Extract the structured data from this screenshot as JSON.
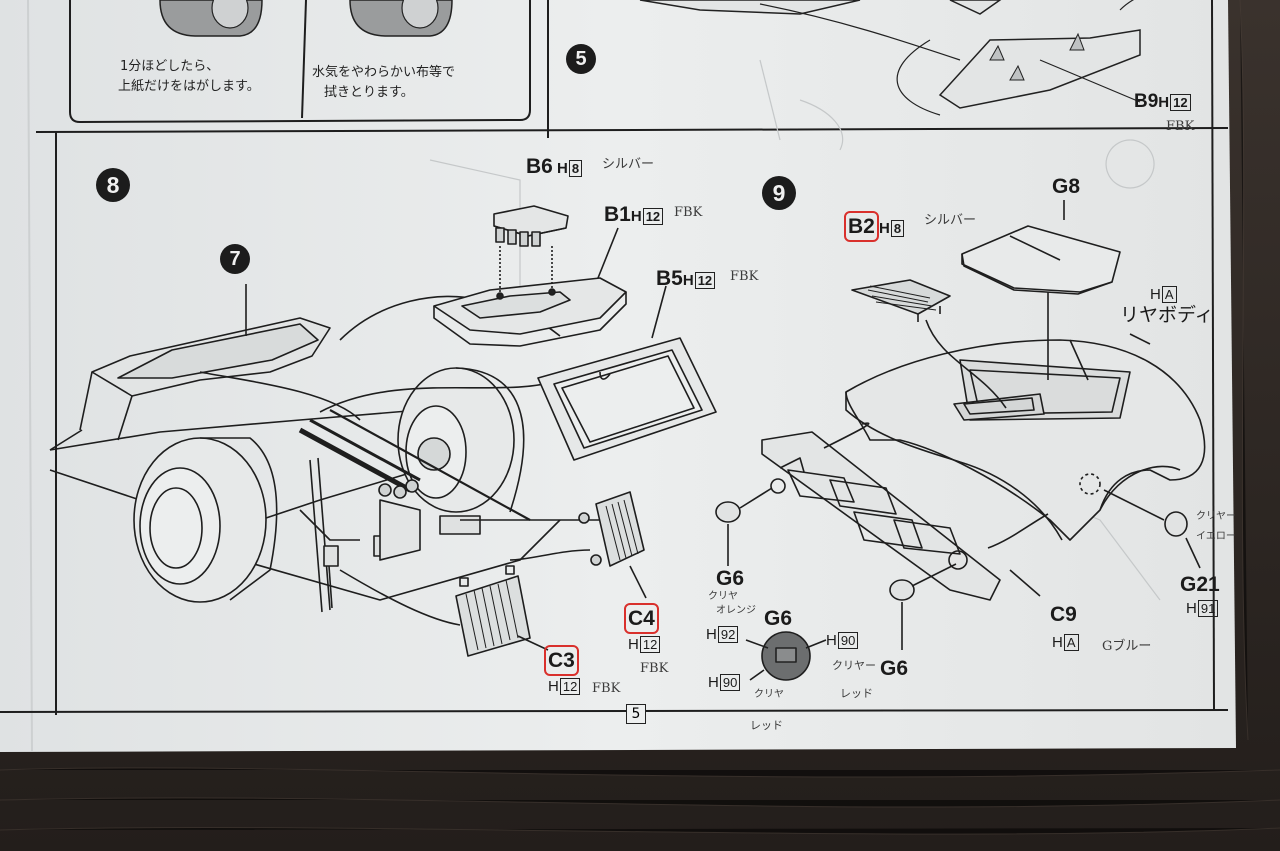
{
  "top_captions": {
    "left": [
      "1分ほどしたら、",
      "上紙だけをはがします。"
    ],
    "right": [
      "水気をやわらかい布等で",
      "拭きとります。"
    ]
  },
  "top_step_number": "5",
  "top_right": {
    "part": "B9",
    "paint": "H",
    "paint_code": "12",
    "handwritten": "FBK"
  },
  "step8": {
    "number": "8",
    "sub_step": "7",
    "parts": {
      "B6": {
        "part": "B6",
        "paint": "H",
        "code": "8",
        "note": "シルバー"
      },
      "B1": {
        "part": "B1",
        "paint": "H",
        "code": "12",
        "note": "FBK"
      },
      "B5": {
        "part": "B5",
        "paint": "H",
        "code": "12",
        "note": "FBK"
      },
      "C4": {
        "part": "C4",
        "paint": "H",
        "code": "12",
        "note": "FBK"
      },
      "C3": {
        "part": "C3",
        "paint": "H",
        "code": "12",
        "note": "FBK"
      }
    }
  },
  "step9": {
    "number": "9",
    "parts": {
      "B2": {
        "part": "B2",
        "paint": "H",
        "code": "8",
        "note": "シルバー"
      },
      "G8": {
        "part": "G8"
      },
      "body": {
        "paint": "H",
        "code": "A",
        "name": "リヤボディ"
      },
      "G6a": {
        "part": "G6"
      },
      "G6b": {
        "part": "G6",
        "note": [
          "クリヤ",
          "オレンジ"
        ],
        "paint": "H",
        "code": "92",
        "paint2": "H",
        "code2": "90",
        "note2": [
          "クリヤ",
          "レッド"
        ],
        "paint3": "H",
        "code3": "90",
        "note3": [
          "クリヤー",
          "レッド"
        ]
      },
      "G6c": {
        "part": "G6"
      },
      "C9": {
        "part": "C9",
        "paint": "H",
        "code": "A",
        "note": "Gブルー"
      },
      "G21": {
        "part": "G21",
        "paint": "H",
        "code": "91",
        "note": [
          "クリヤー",
          "イエロー"
        ]
      }
    }
  },
  "page_number": "5"
}
